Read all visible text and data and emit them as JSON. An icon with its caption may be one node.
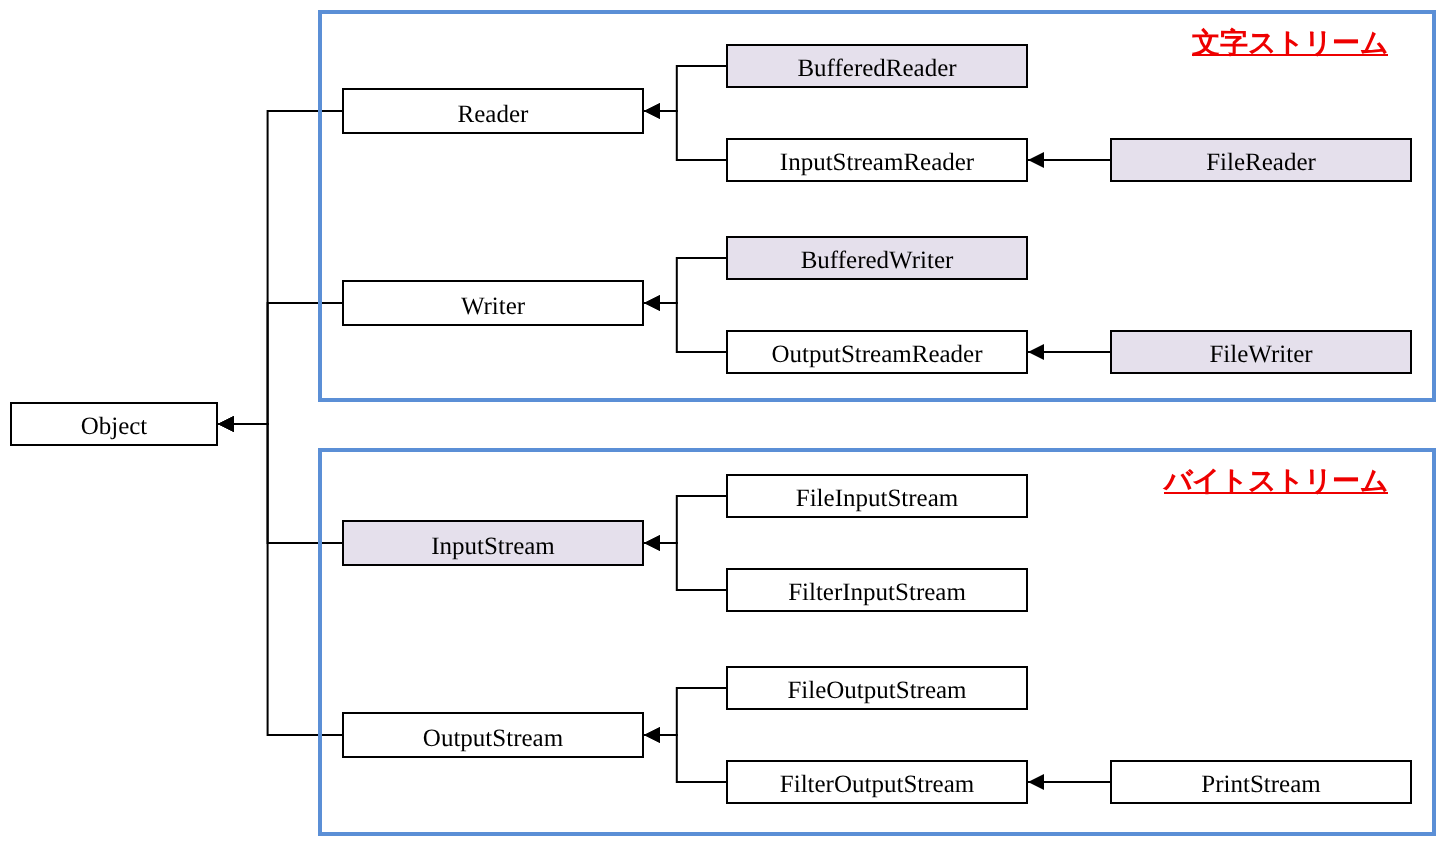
{
  "diagram": {
    "nodes": [
      {
        "text": [
          "Object"
        ]
      },
      {
        "text": [
          "文字ストリーム"
        ]
      },
      {
        "text": [
          "Reader"
        ],
        "in": 1
      },
      {
        "text": [
          "BufferedReader"
        ],
        "in": 1
      },
      {
        "text": [
          "InputStreamReader"
        ],
        "in": 1
      },
      {
        "text": [
          "FileReader"
        ],
        "in": 1
      },
      {
        "text": [
          "Writer"
        ],
        "in": 1
      },
      {
        "text": [
          "BufferedWriter"
        ],
        "in": 1
      },
      {
        "text": [
          "OutputStreamReader"
        ],
        "in": 1
      },
      {
        "text": [
          "FileWriter"
        ],
        "in": 1
      },
      {
        "text": [
          "バイトストリーム"
        ]
      },
      {
        "text": [
          "InputStream"
        ],
        "in": 10
      },
      {
        "text": [
          "FileInputStream"
        ],
        "in": 10
      },
      {
        "text": [
          "FilterInputStream"
        ],
        "in": 10
      },
      {
        "text": [
          "OutputStream"
        ],
        "in": 10
      },
      {
        "text": [
          "FileOutputStream"
        ],
        "in": 10
      },
      {
        "text": [
          "FilterOutputStream"
        ],
        "in": 10
      },
      {
        "text": [
          "PrintStream"
        ],
        "in": 10
      }
    ],
    "edges": [
      {
        "from": 2,
        "to": 0,
        "arrow": "to"
      },
      {
        "from": 6,
        "to": 0,
        "arrow": "to"
      },
      {
        "from": 11,
        "to": 0,
        "arrow": "to"
      },
      {
        "from": 14,
        "to": 0,
        "arrow": "to"
      },
      {
        "from": 3,
        "to": 2,
        "arrow": "to"
      },
      {
        "from": 4,
        "to": 2,
        "arrow": "to"
      },
      {
        "from": 5,
        "to": 4,
        "arrow": "to"
      },
      {
        "from": 7,
        "to": 6,
        "arrow": "to"
      },
      {
        "from": 8,
        "to": 6,
        "arrow": "to"
      },
      {
        "from": 9,
        "to": 8,
        "arrow": "to"
      },
      {
        "from": 12,
        "to": 11,
        "arrow": "to"
      },
      {
        "from": 13,
        "to": 11,
        "arrow": "to"
      },
      {
        "from": 15,
        "to": 14,
        "arrow": "to"
      },
      {
        "from": 16,
        "to": 14,
        "arrow": "to"
      },
      {
        "from": 17,
        "to": 16,
        "arrow": "to"
      }
    ]
  }
}
